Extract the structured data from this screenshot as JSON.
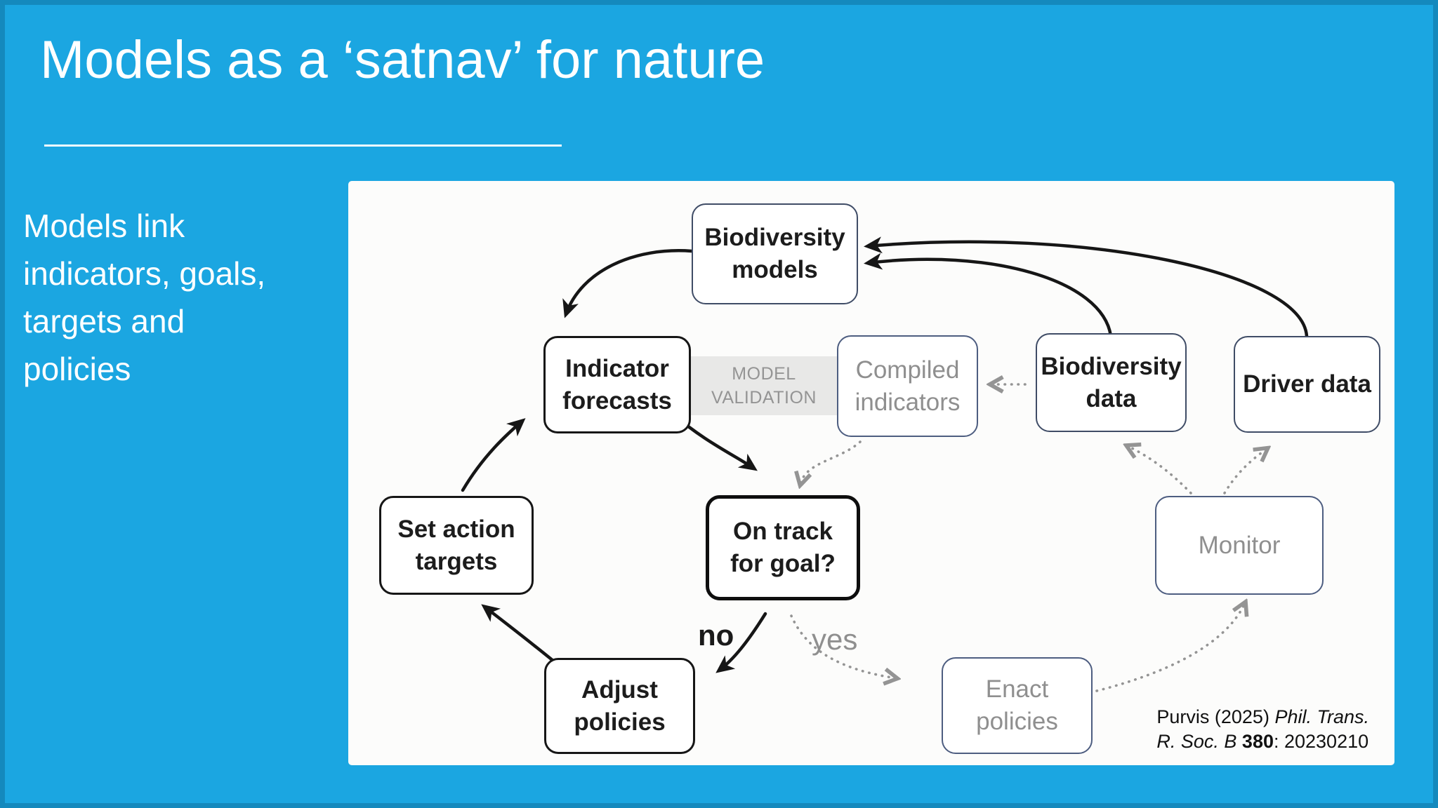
{
  "slide": {
    "title": "Models as a ‘satnav’ for nature",
    "body": "Models link\nindicators, goals,\ntargets and\npolicies"
  },
  "diagram": {
    "validation_label": "MODEL\nVALIDATION",
    "nodes": [
      {
        "id": "biodiversity-models",
        "label": "Biodiversity\nmodels",
        "style": "navy-black"
      },
      {
        "id": "indicator-forecasts",
        "label": "Indicator\nforecasts",
        "style": "black"
      },
      {
        "id": "compiled-indicators",
        "label": "Compiled\nindicators",
        "style": "navy-gray"
      },
      {
        "id": "biodiversity-data",
        "label": "Biodiversity\ndata",
        "style": "navy-black"
      },
      {
        "id": "driver-data",
        "label": "Driver data",
        "style": "navy-black"
      },
      {
        "id": "set-action-targets",
        "label": "Set action\ntargets",
        "style": "black"
      },
      {
        "id": "on-track-for-goal",
        "label": "On track\nfor goal?",
        "style": "black-thick"
      },
      {
        "id": "monitor",
        "label": "Monitor",
        "style": "navy-gray"
      },
      {
        "id": "adjust-policies",
        "label": "Adjust\npolicies",
        "style": "black"
      },
      {
        "id": "enact-policies",
        "label": "Enact\npolicies",
        "style": "navy-gray"
      }
    ],
    "edge_labels": {
      "no": "no",
      "yes": "yes"
    }
  },
  "citation": {
    "lines": [
      [
        {
          "text": "Purvis (2025) "
        },
        {
          "text": "Phil. Trans.",
          "italic": true
        }
      ],
      [
        {
          "text": "R. Soc. B ",
          "italic": true
        },
        {
          "text": "380",
          "bold": true
        },
        {
          "text": ": 20230210"
        }
      ]
    ]
  },
  "colors": {
    "background_cyan": "#1ba6e1",
    "edge_shade": "#0d86bd",
    "panel_background": "#fcfcfb",
    "ink": "#1c1c1c",
    "gray_text": "#8f8f8f",
    "navy_border": "#3f4c66",
    "validation_band": "#e8e8e7",
    "dotted_arrow": "#949494"
  }
}
